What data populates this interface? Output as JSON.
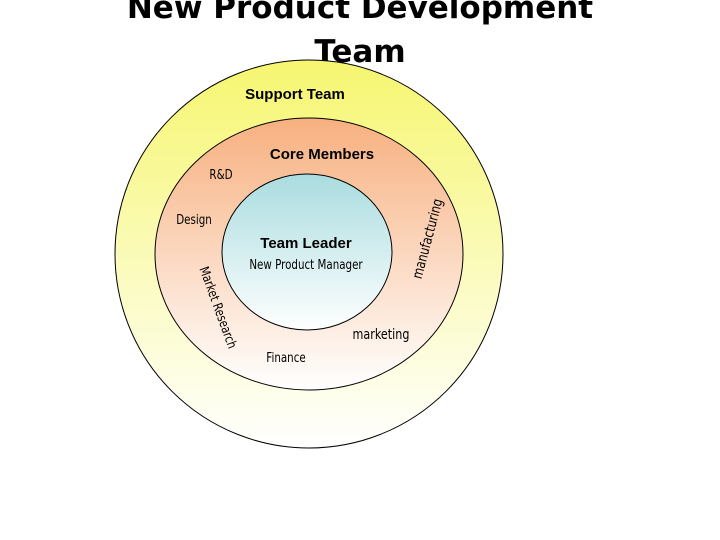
{
  "title": {
    "line1": "New Product Development",
    "line2": "Team"
  },
  "rings": {
    "outer": {
      "label": "Support Team",
      "color_top": "#f6f670",
      "color_bottom": "#ffffff"
    },
    "middle": {
      "label": "Core Members",
      "color_top": "#f7b07f",
      "color_bottom": "#ffffff"
    },
    "inner": {
      "label": "Team Leader",
      "sublabel": "New Product Manager",
      "color_top": "#a9dcdf",
      "color_bottom": "#ffffff"
    }
  },
  "core_roles": {
    "rd": "R&D",
    "design": "Design",
    "market_research": "Market Research",
    "finance": "Finance",
    "marketing": "marketing",
    "manufacturing": "manufacturing"
  }
}
